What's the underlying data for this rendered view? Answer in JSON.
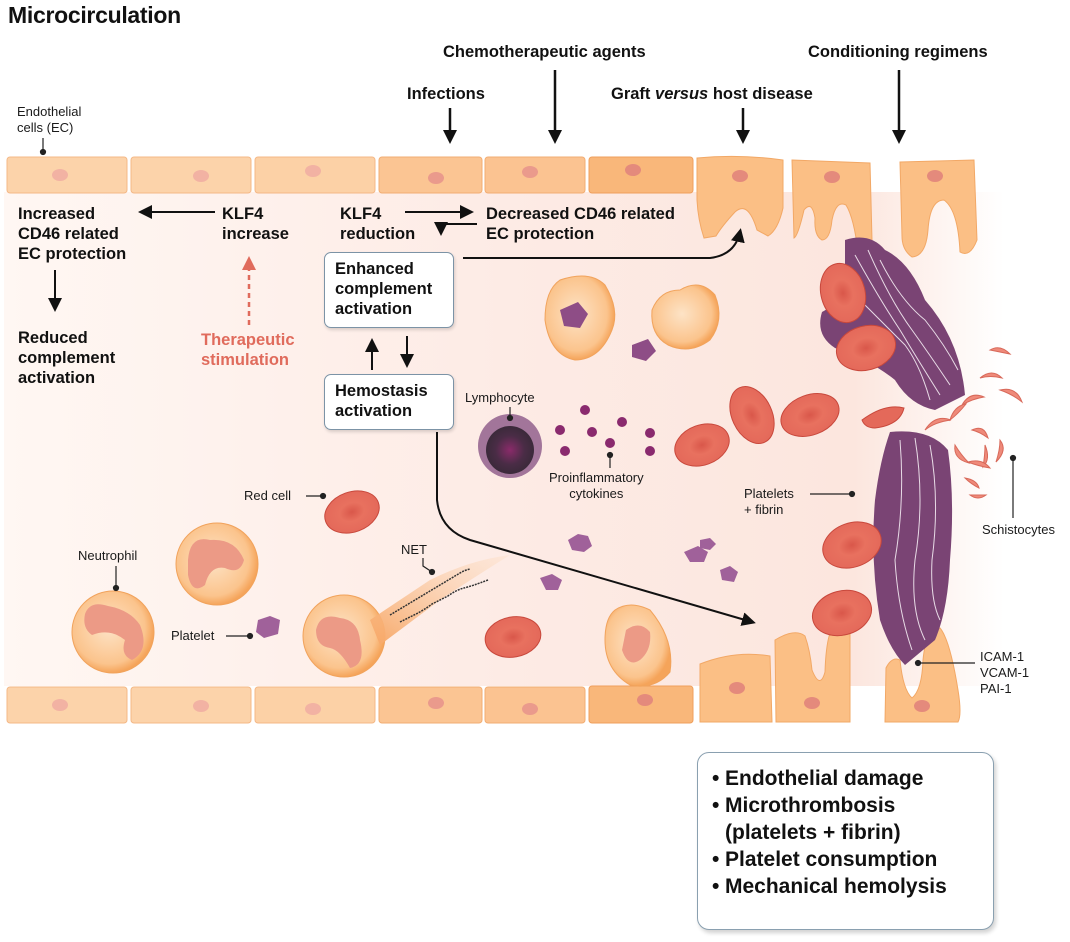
{
  "title": "Microcirculation",
  "causes": {
    "infections": "Infections",
    "chemotherapeutic_agents": "Chemotherapeutic agents",
    "gvhd_prefix": "Graft ",
    "gvhd_italic": "versus",
    "gvhd_suffix": " host disease",
    "conditioning_regimens": "Conditioning regimens"
  },
  "labels": {
    "endothelial_cells_line1": "Endothelial",
    "endothelial_cells_line2": "cells (EC)",
    "increased_cd46": [
      "Increased",
      "CD46 related",
      "EC protection"
    ],
    "klf4_increase": [
      "KLF4",
      "increase"
    ],
    "reduced_complement": [
      "Reduced",
      "complement",
      "activation"
    ],
    "therapeutic_stimulation": [
      "Therapeutic",
      "stimulation"
    ],
    "klf4_reduction": [
      "KLF4",
      "reduction"
    ],
    "decreased_cd46": [
      "Decreased CD46 related",
      "EC protection"
    ],
    "lymphocyte": "Lymphocyte",
    "proinflammatory_cytokines": [
      "Proinflammatory",
      "cytokines"
    ],
    "red_cell": "Red cell",
    "neutrophil": "Neutrophil",
    "net": "NET",
    "platelet": "Platelet",
    "platelets_fibrin": [
      "Platelets",
      "+ fibrin"
    ],
    "schistocytes": "Schistocytes",
    "adhesion_markers": [
      "ICAM-1",
      "VCAM-1",
      "PAI-1"
    ]
  },
  "boxes": {
    "enhanced_complement": [
      "Enhanced",
      "complement",
      "activation"
    ],
    "hemostasis": [
      "Hemostasis",
      "activation"
    ]
  },
  "summary": [
    "Endothelial damage",
    "Microthrombosis",
    "(platelets + fibrin)",
    "Platelet consumption",
    "Mechanical hemolysis"
  ],
  "colors": {
    "endothelium": "#fbc896",
    "endothelium_damaged": "#f9b26d",
    "nucleus": "#e99387",
    "red_cell": "#e46a5c",
    "platelet": "#9b5a92",
    "therapeutic": "#e06b5c",
    "lumen": "#fdf0ec"
  }
}
